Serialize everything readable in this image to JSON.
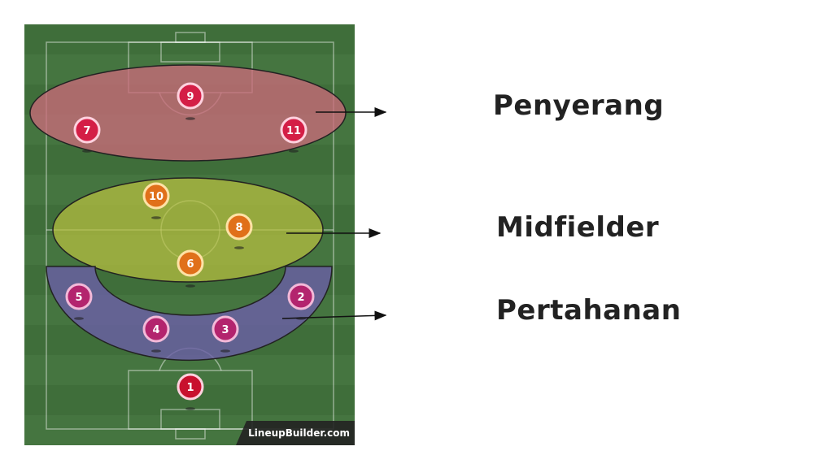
{
  "colors": {
    "attack_zone": "#c96a7a",
    "midfield_zone": "#b9c040",
    "defense_zone": "#6b5fa8",
    "attacker_disc": "#d41e46",
    "midfielder_disc": "#e0701a",
    "defender_disc": "#b3246e",
    "goalkeeper_disc": "#c8102e",
    "pitch_dark": "#3c6b38",
    "pitch_light": "#4a7a44"
  },
  "zones": {
    "attack": {
      "label": "Penyerang"
    },
    "midfield": {
      "label": "Midfielder"
    },
    "defense": {
      "label": "Pertahanan"
    }
  },
  "players": {
    "p9": "9",
    "p7": "7",
    "p11": "11",
    "p10": "10",
    "p8": "8",
    "p6": "6",
    "p5": "5",
    "p2": "2",
    "p4": "4",
    "p3": "3",
    "p1": "1"
  },
  "watermark": "LineupBuilder.com"
}
